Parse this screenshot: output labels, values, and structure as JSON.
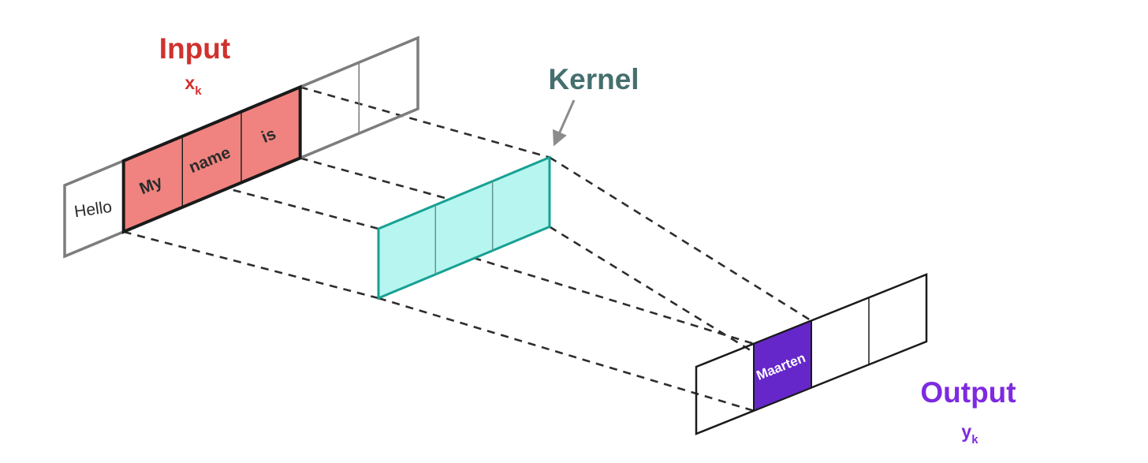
{
  "input": {
    "title": "Input",
    "var": "x",
    "var_sub": "k",
    "title_color": "#d0312d",
    "cells": [
      "Hello",
      "My",
      "name",
      "is",
      "",
      ""
    ],
    "cell_text_color": "#2b2b2b",
    "highlight_color": "#f0837f",
    "highlight_border": "#1a1a1a",
    "strip_border": "#7d7d7d"
  },
  "kernel": {
    "title": "Kernel",
    "title_color": "#456f6e",
    "cells": [
      "",
      "",
      ""
    ],
    "fill": "#b6f5f0",
    "border": "#17a093",
    "divider_color": "#66948f"
  },
  "output": {
    "title": "Output",
    "var": "y",
    "var_sub": "k",
    "title_color": "#7d2ae0",
    "cells": [
      "",
      "Maarten",
      "",
      ""
    ],
    "cell_text_color": "#ffffff",
    "highlight_color": "#6527c9",
    "strip_border": "#1a1a1a"
  },
  "connectors": {
    "color": "#2d2d2d",
    "arrow_color": "#8c8c8c"
  }
}
